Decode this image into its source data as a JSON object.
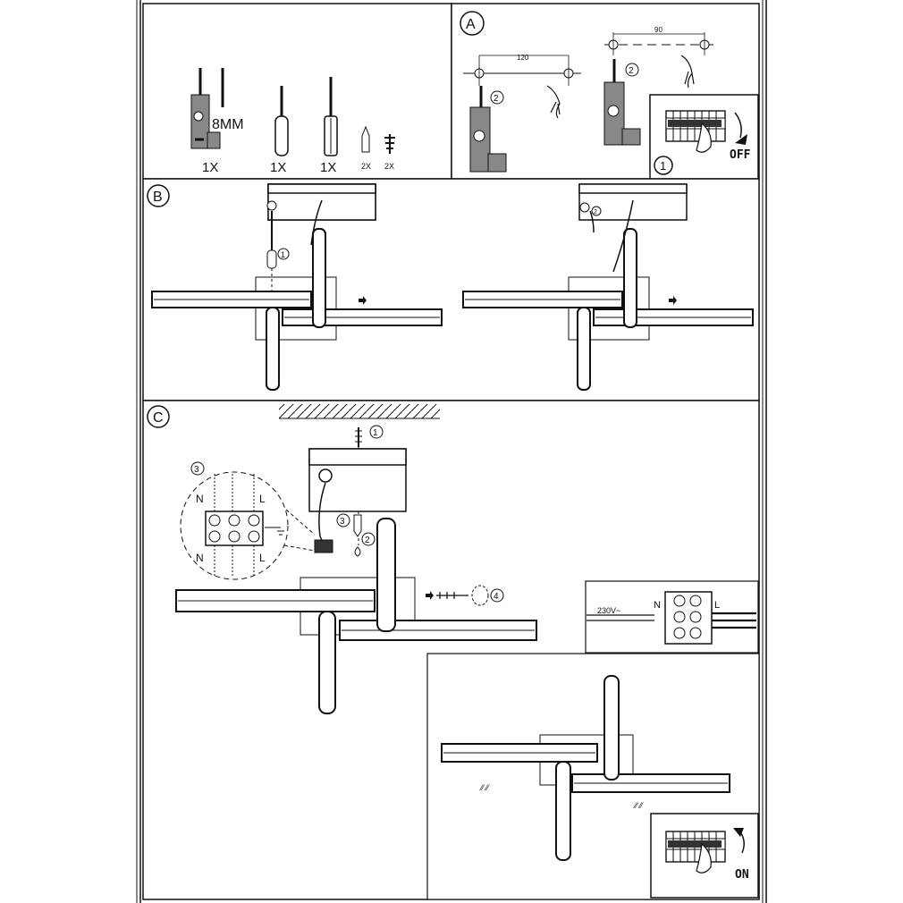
{
  "tools": {
    "drill_size": "8MM",
    "drill_qty": "1X",
    "flat_screwdriver_qty": "1X",
    "phillips_screwdriver_qty": "1X",
    "wall_plug_qty": "2X",
    "screw_qty": "2X"
  },
  "section_a": {
    "letter": "A",
    "hole_spacing_left": "120",
    "hole_spacing_right": "90",
    "step_drill": "2",
    "step_breaker": "1",
    "breaker_state": "OFF"
  },
  "section_b": {
    "letter": "B",
    "step_screw": "1",
    "step_wire": "2"
  },
  "section_c": {
    "letter": "C",
    "step_ceiling_screw": "1",
    "step_plug": "2",
    "step_connect": "3",
    "step_cover": "4",
    "terminal_n_top": "N",
    "terminal_l_top": "L",
    "terminal_n_bottom": "N",
    "terminal_l_bottom": "L",
    "voltage": "230V~",
    "connector_n": "N",
    "connector_l": "L",
    "breaker_state": "ON"
  }
}
